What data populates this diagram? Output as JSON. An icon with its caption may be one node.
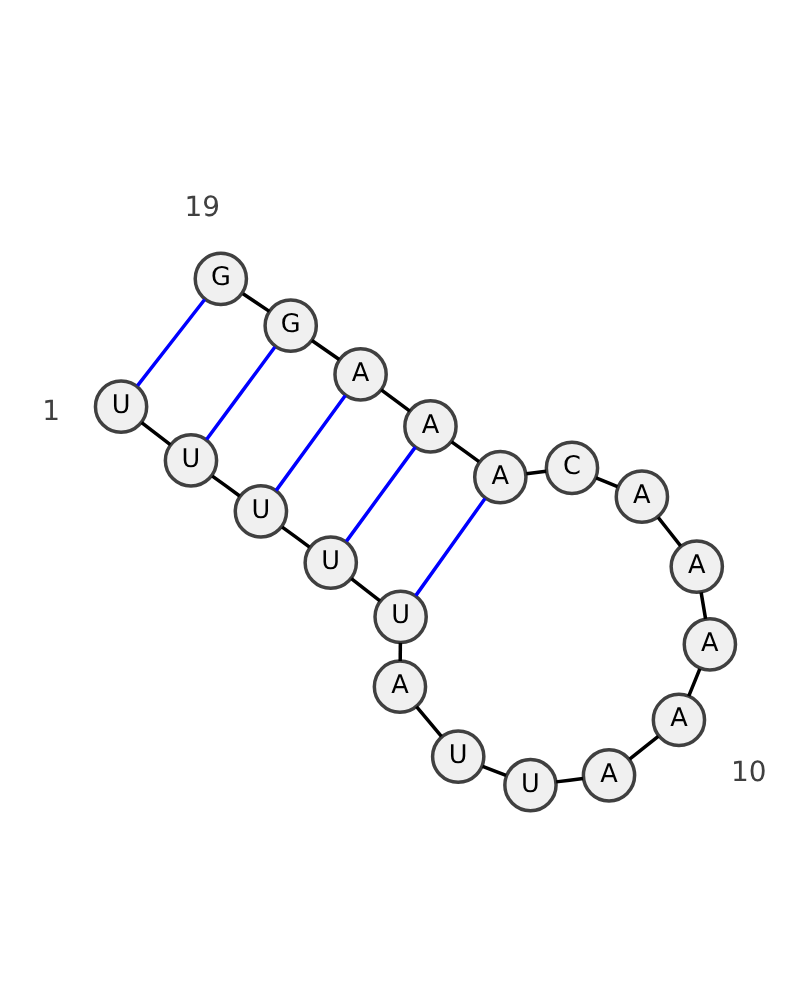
{
  "diagram": {
    "nodes": [
      {
        "text": [
          "U"
        ]
      },
      {
        "text": [
          "U"
        ]
      },
      {
        "text": [
          "U"
        ]
      },
      {
        "text": [
          "U"
        ]
      },
      {
        "text": [
          "U"
        ]
      },
      {
        "text": [
          "A"
        ]
      },
      {
        "text": [
          "U"
        ]
      },
      {
        "text": [
          "U"
        ]
      },
      {
        "text": [
          "A"
        ]
      },
      {
        "text": [
          "A"
        ]
      },
      {
        "text": [
          "A"
        ]
      },
      {
        "text": [
          "A"
        ]
      },
      {
        "text": [
          "A"
        ]
      },
      {
        "text": [
          "C"
        ]
      },
      {
        "text": [
          "A"
        ]
      },
      {
        "text": [
          "A"
        ]
      },
      {
        "text": [
          "A"
        ]
      },
      {
        "text": [
          "G"
        ]
      },
      {
        "text": [
          "G"
        ]
      }
    ],
    "edges": [
      {
        "from": 0,
        "to": 1,
        "arrow": "none"
      },
      {
        "from": 1,
        "to": 2,
        "arrow": "none"
      },
      {
        "from": 2,
        "to": 3,
        "arrow": "none"
      },
      {
        "from": 3,
        "to": 4,
        "arrow": "none"
      },
      {
        "from": 4,
        "to": 5,
        "arrow": "none"
      },
      {
        "from": 5,
        "to": 6,
        "arrow": "none"
      },
      {
        "from": 6,
        "to": 7,
        "arrow": "none"
      },
      {
        "from": 7,
        "to": 8,
        "arrow": "none"
      },
      {
        "from": 8,
        "to": 9,
        "arrow": "none"
      },
      {
        "from": 9,
        "to": 10,
        "arrow": "none"
      },
      {
        "from": 10,
        "to": 11,
        "arrow": "none"
      },
      {
        "from": 11,
        "to": 12,
        "arrow": "none"
      },
      {
        "from": 12,
        "to": 13,
        "arrow": "none"
      },
      {
        "from": 13,
        "to": 14,
        "arrow": "none"
      },
      {
        "from": 14,
        "to": 15,
        "arrow": "none"
      },
      {
        "from": 15,
        "to": 16,
        "arrow": "none"
      },
      {
        "from": 16,
        "to": 17,
        "arrow": "none"
      },
      {
        "from": 17,
        "to": 18,
        "arrow": "none"
      },
      {
        "from": 0,
        "to": 18,
        "arrow": "none",
        "color": "#0000ff"
      },
      {
        "from": 1,
        "to": 17,
        "arrow": "none",
        "color": "#0000ff"
      },
      {
        "from": 2,
        "to": 16,
        "arrow": "none",
        "color": "#0000ff"
      },
      {
        "from": 3,
        "to": 15,
        "arrow": "none",
        "color": "#0000ff"
      },
      {
        "from": 4,
        "to": 14,
        "arrow": "none",
        "color": "#0000ff"
      }
    ],
    "labels": [
      "10",
      "1",
      "19"
    ]
  }
}
